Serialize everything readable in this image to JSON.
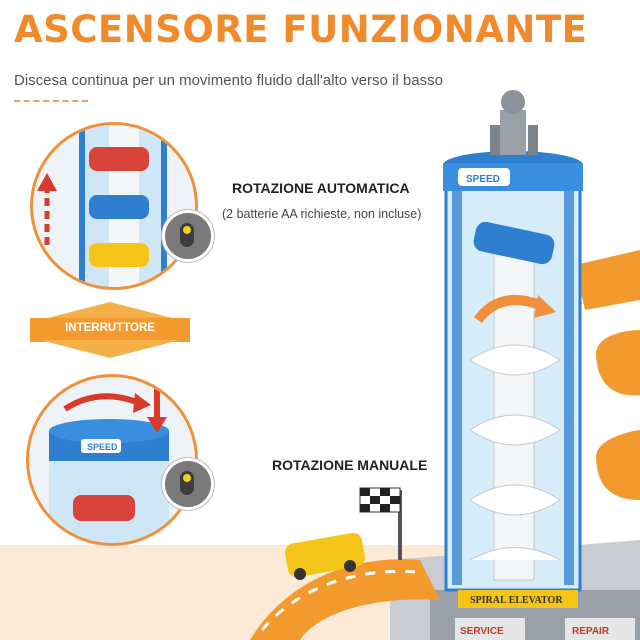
{
  "heading": {
    "title": "ASCENSORE FUNZIONANTE",
    "subtitle": "Discesa continua per un movimento fluido dall'alto verso il basso"
  },
  "features": {
    "automatic_label": "ROTAZIONE AUTOMATICA",
    "battery_note": "(2 batterie AA richieste, non incluse)",
    "switch_label": "INTERRUTTORE",
    "manual_label": "ROTAZIONE MANUALE"
  },
  "toy_markings": {
    "speed_label": "SPEED",
    "elevator_sign": "SPIRAL ELEVATOR",
    "service_sign": "SERVICE",
    "repair_sign": "REPAIR"
  },
  "colors": {
    "accent_orange": "#f08a2a",
    "tower_blue": "#2f7fd0",
    "arrow_red": "#d93a2a",
    "track_orange": "#f39a2e",
    "car_yellow": "#f5c419"
  },
  "icons": {
    "up_arrow": "dashed-up-arrow-icon",
    "rotate": "rotate-arrow-icon",
    "down_arrow": "down-arrow-icon",
    "switch": "battery-switch-icon",
    "flag": "checkered-flag-icon"
  }
}
